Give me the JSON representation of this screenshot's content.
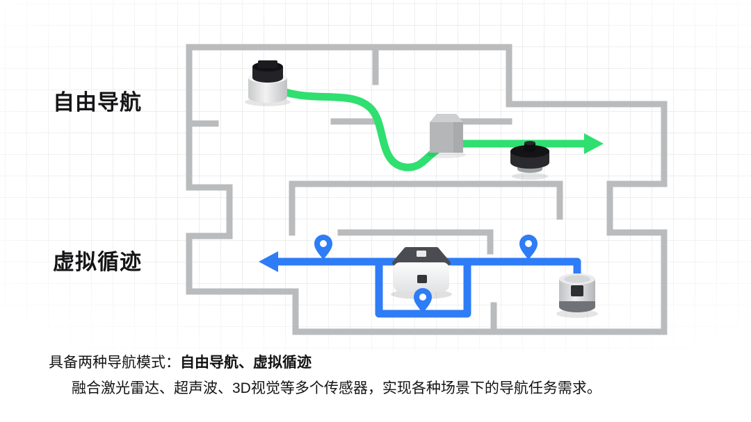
{
  "diagram": {
    "modes": [
      {
        "id": "free-navigation",
        "label": "自由导航",
        "path_color": "#2fdf70"
      },
      {
        "id": "virtual-tracking",
        "label": "虚拟循迹",
        "path_color": "#2e7cf6"
      }
    ],
    "waypoint_count": "3"
  },
  "caption": {
    "line1_prefix": "具备两种导航模式：",
    "line1_emphasis": "自由导航、虚拟循迹",
    "line2": "融合激光雷达、超声波、3D视觉等多个传感器，实现各种场景下的导航任务需求。"
  },
  "colors": {
    "wall": "#b9bbbc",
    "grid": "#ededed",
    "green": "#2fdf70",
    "blue": "#2e7cf6",
    "pin": "#2e7cf6",
    "text": "#131315"
  }
}
